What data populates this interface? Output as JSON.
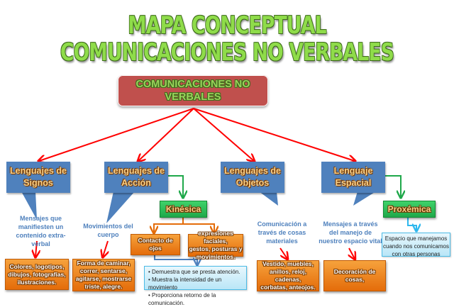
{
  "title": {
    "line1": "MAPA CONCEPTUAL",
    "line2": "COMUNICACIONES NO VERBALES"
  },
  "root": {
    "line1": "COMUNICACIONES NO",
    "line2": "VERBALES"
  },
  "branches": [
    {
      "title_line1": "Lenguajes de",
      "title_line2": "Signos",
      "description": [
        "Mensajes que",
        "manifiesten un",
        "contenido extra-verbal"
      ],
      "example": [
        "Colores, logotipos,",
        "dibujos, fotografías,",
        "ilustraciones."
      ]
    },
    {
      "title_line1": "Lenguajes de",
      "title_line2": "Acción",
      "description": [
        "Movimientos del",
        "cuerpo"
      ],
      "example": [
        "Forma de caminar,",
        "correr, sentarse,",
        "agitarse, mostrarse",
        "triste, alegre."
      ],
      "sub": {
        "label": "Kinésica",
        "children": [
          {
            "text": [
              "Contacto de ojos"
            ]
          },
          {
            "text": [
              "expresiones faciales,",
              "gestos, posturas y",
              "movimientos."
            ]
          }
        ],
        "bullets": [
          "Demuestra que se presta atención.",
          "Muestra la intensidad de un movimiento",
          "Proporciona retorno de la comunicación."
        ]
      }
    },
    {
      "title_line1": "Lenguajes de",
      "title_line2": "Objetos",
      "description": [
        "Comunicación  a",
        "través de cosas",
        "materiales"
      ],
      "example": [
        "Vestido, muebles,",
        "anillos, reloj, cadenas,",
        "corbatas, anteojos."
      ]
    },
    {
      "title_line1": "Lenguaje",
      "title_line2": "Espacial",
      "description": [
        "Mensajes a través",
        "del manejo de",
        "nuestro espacio vital"
      ],
      "example": [
        "Decoración de cosas,"
      ],
      "sub": {
        "label": "Proxémica",
        "note": [
          "Espacio que manejamos",
          "cuando nos comunicamos",
          "con otras personas"
        ]
      }
    }
  ],
  "colors": {
    "title_green": "#8fdc4a",
    "root_red": "#c0504d",
    "callout_blue": "#4f81bd",
    "box_orange": "#e46c0a",
    "box_green": "#1fa84a",
    "box_lightblue": "#b9e6f7",
    "arrow_red": "#ff0000"
  }
}
